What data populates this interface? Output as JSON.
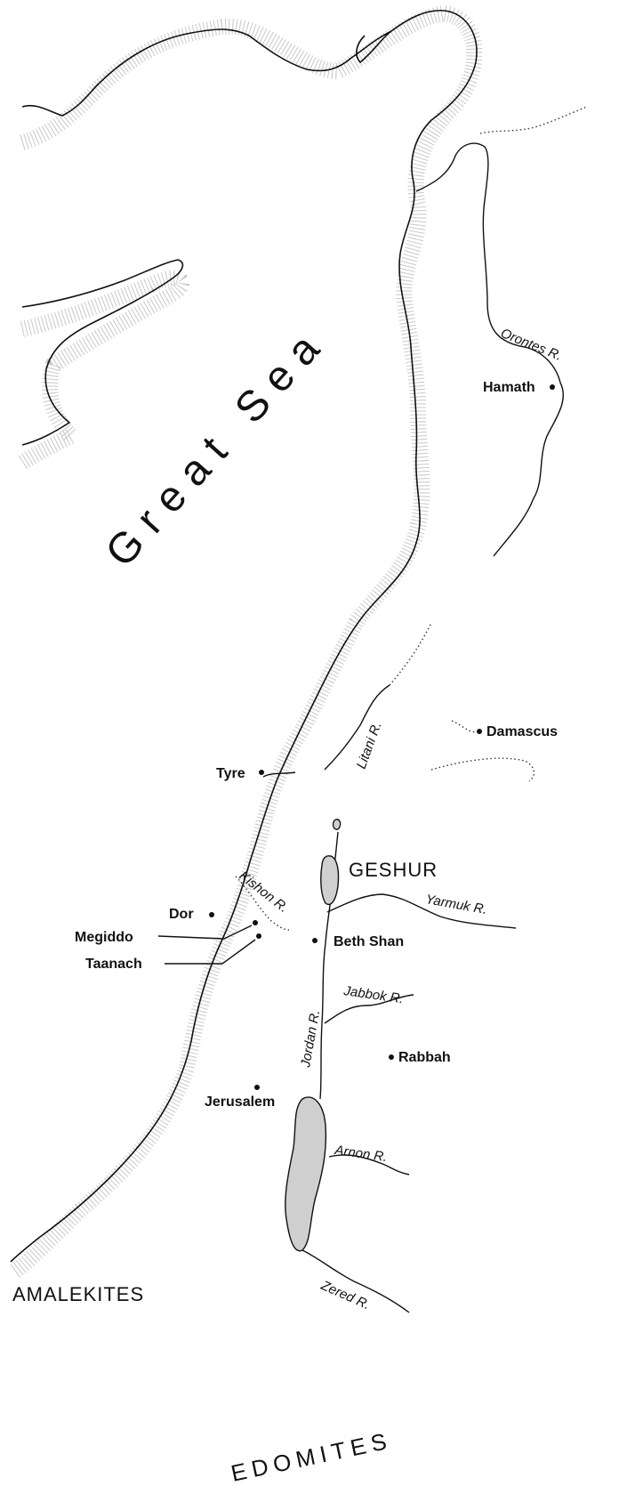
{
  "sea": {
    "name": "Great Sea"
  },
  "regions": {
    "geshur": "GESHUR",
    "amalekites": "AMALEKITES",
    "edomites": "EDOMITES"
  },
  "cities": {
    "hamath": "Hamath",
    "damascus": "Damascus",
    "tyre": "Tyre",
    "dor": "Dor",
    "megiddo": "Megiddo",
    "taanach": "Taanach",
    "beth_shan": "Beth Shan",
    "rabbah": "Rabbah",
    "jerusalem": "Jerusalem"
  },
  "rivers": {
    "orontes": "Orontes R.",
    "litani": "Litani R.",
    "kishon": "Kishon R.",
    "yarmuk": "Yarmuk R.",
    "jabbok": "Jabbok R.",
    "jordan": "Jordan R.",
    "arnon": "Arnon R.",
    "zered": "Zered R."
  }
}
